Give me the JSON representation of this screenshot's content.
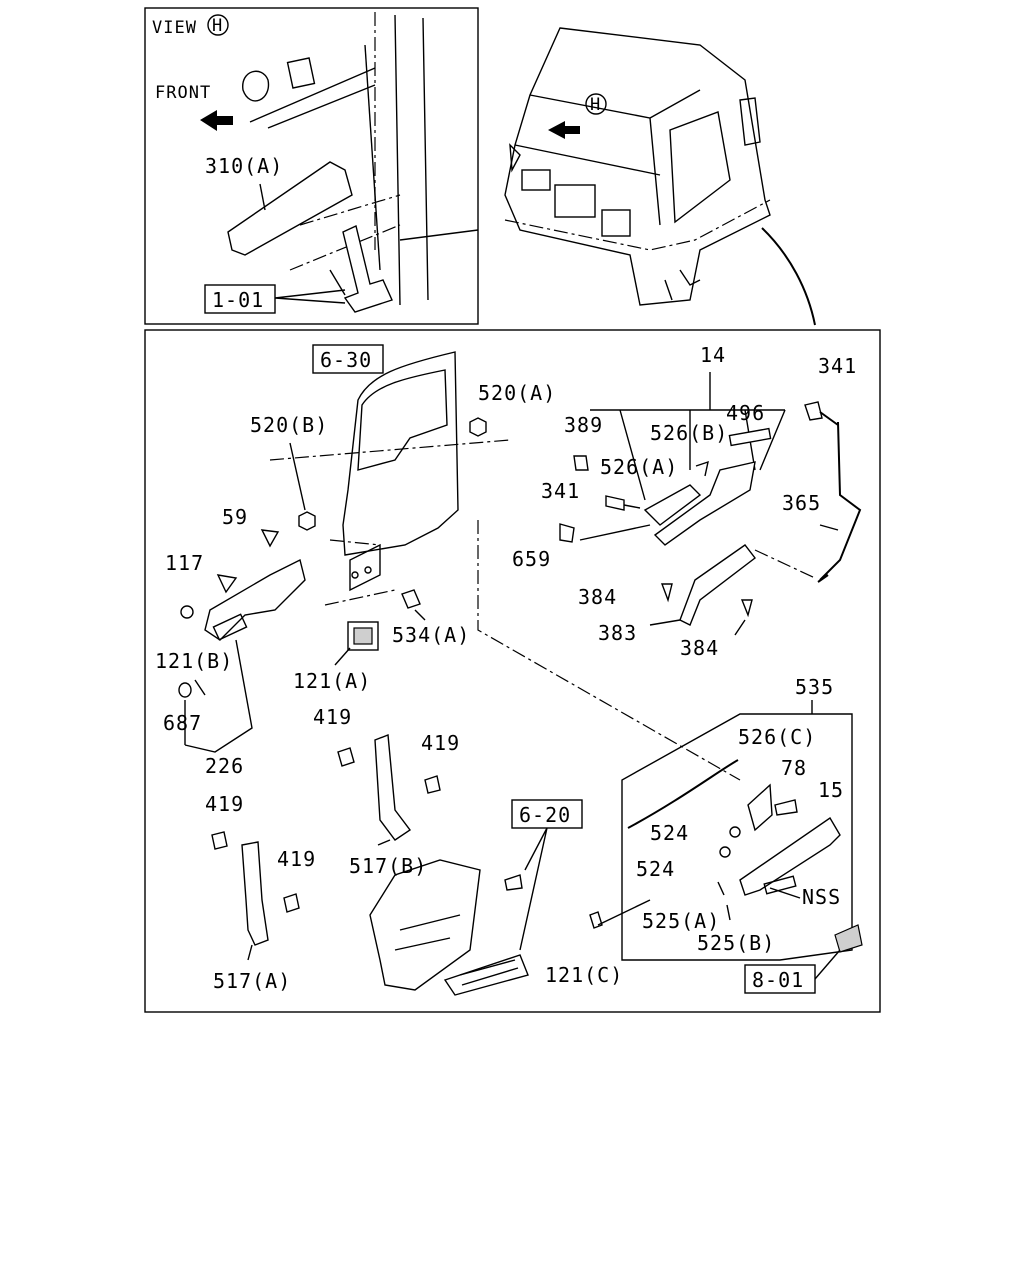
{
  "view_panel": {
    "view_label": "VIEW",
    "view_marker": "H",
    "front_label": "FRONT",
    "part_310": "310(A)",
    "ref_box": "1-01"
  },
  "cab": {
    "marker": "H"
  },
  "main_panel": {
    "labels": {
      "ref_630": "6-30",
      "p520a": "520(A)",
      "p520b": "520(B)",
      "p59": "59",
      "p117": "117",
      "p121b": "121(B)",
      "p687": "687",
      "p226": "226",
      "p121a": "121(A)",
      "p534a": "534(A)",
      "p14": "14",
      "p389": "389",
      "p526b": "526(B)",
      "p496": "496",
      "p526a": "526(A)",
      "p341a": "341",
      "p341b": "341",
      "p659": "659",
      "p365": "365",
      "p384a": "384",
      "p383": "383",
      "p384b": "384",
      "p535": "535",
      "p526c": "526(C)",
      "p78": "78",
      "p15": "15",
      "p524a": "524",
      "p524b": "524",
      "pnss": "NSS",
      "p525a": "525(A)",
      "p525b": "525(B)",
      "ref_801": "8-01",
      "p121c": "121(C)",
      "ref_620": "6-20",
      "p419a": "419",
      "p419b": "419",
      "p419c": "419",
      "p419d": "419",
      "p517b": "517(B)",
      "p517a": "517(A)"
    }
  }
}
